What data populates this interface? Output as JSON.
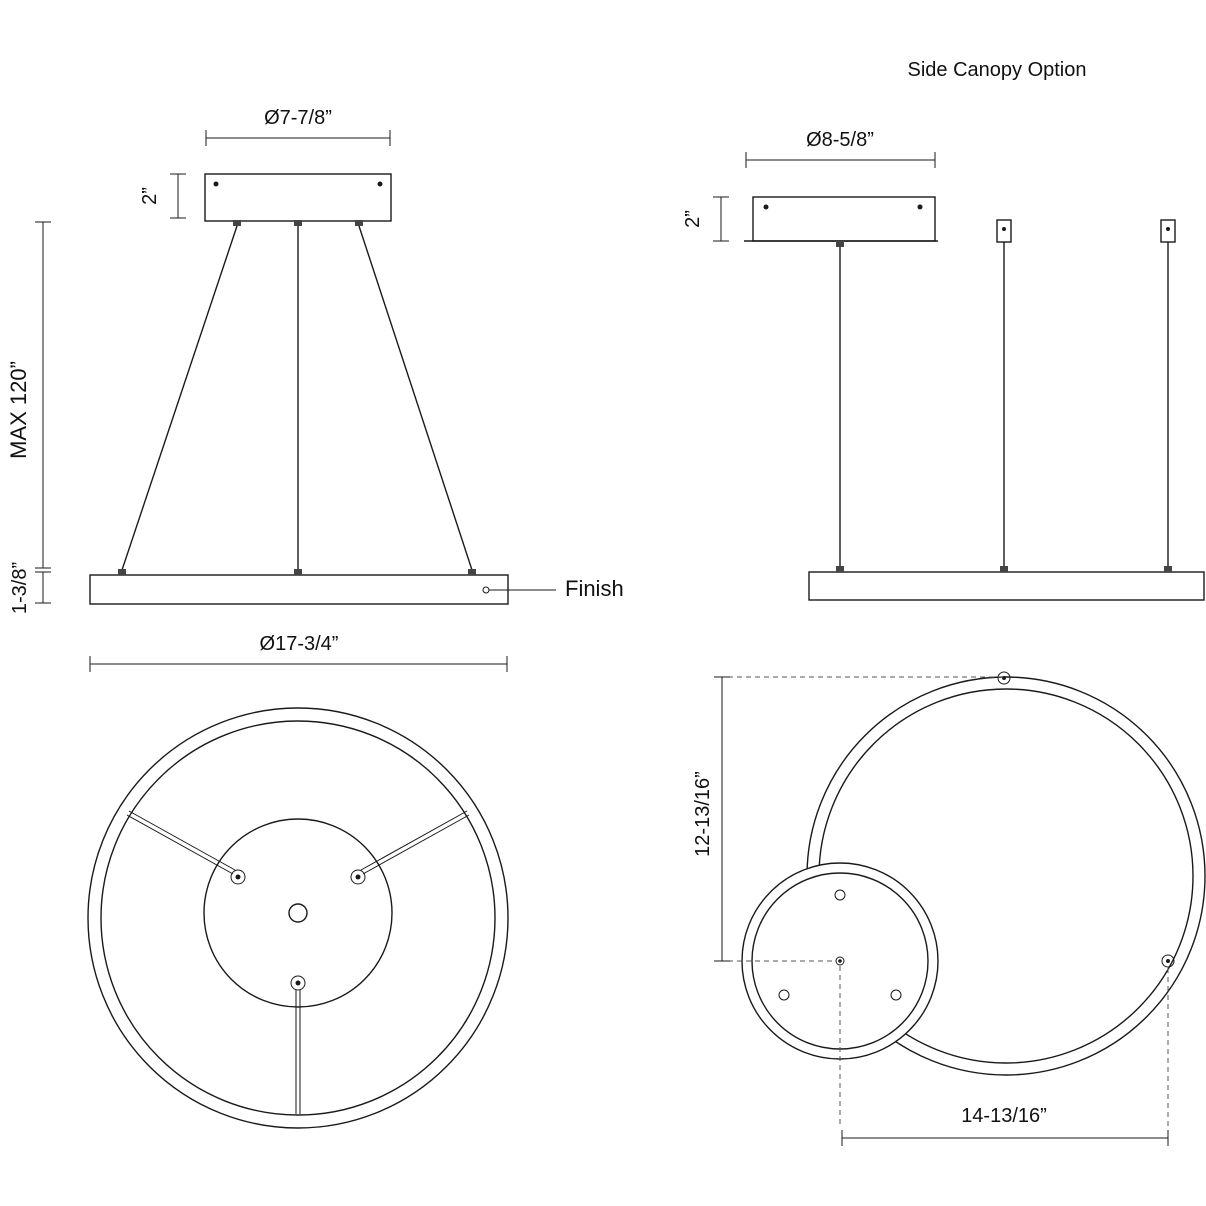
{
  "labels": {
    "side_canopy_option": "Side Canopy Option",
    "canopy_diameter_center": "Ø7-7/8”",
    "canopy_height_center": "2”",
    "max_length": "MAX 120”",
    "ring_height": "1-3/8”",
    "finish": "Finish",
    "ring_diameter": "Ø17-3/4”",
    "canopy_diameter_side": "Ø8-5/8”",
    "canopy_height_side": "2”",
    "offset_vertical": "12-13/16”",
    "offset_horizontal": "14-13/16”"
  },
  "colors": {
    "line": "#1a1a1a",
    "dashed": "#555555",
    "background": "#ffffff"
  }
}
